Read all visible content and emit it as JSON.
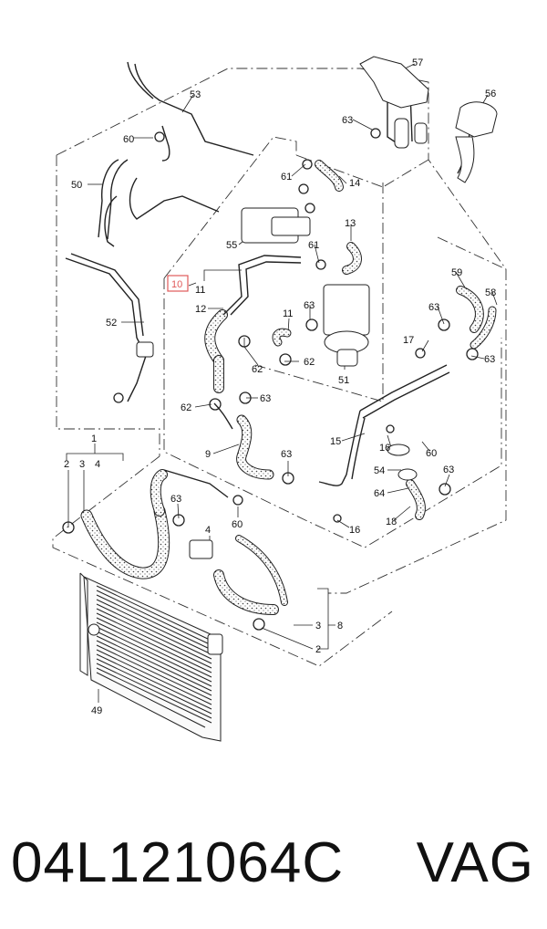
{
  "diagram": {
    "callouts": {
      "c57": "57",
      "c56": "56",
      "c53": "53",
      "c63a": "63",
      "c60a": "60",
      "c61a": "61",
      "c14": "14",
      "c50": "50",
      "c13": "13",
      "c55": "55",
      "c61b": "61",
      "c10": "10",
      "c11a": "11",
      "c12": "12",
      "c59": "59",
      "c58": "58",
      "c63b": "63",
      "c52": "52",
      "c11b": "11",
      "c63c": "63",
      "c62a": "62",
      "c62b": "62",
      "c51": "51",
      "c17": "17",
      "c63d": "63",
      "c63e": "63",
      "c62c": "62",
      "c63f": "63",
      "c9": "9",
      "c15": "15",
      "c16a": "16",
      "c60b": "60",
      "c63g": "63",
      "c54": "54",
      "c63h": "63",
      "c64": "64",
      "c18": "18",
      "c16b": "16",
      "c1": "1",
      "c2a": "2",
      "c3a": "3",
      "c4a": "4",
      "c63i": "63",
      "c4b": "4",
      "c60c": "60",
      "c3b": "3",
      "c8": "8",
      "c2b": "2",
      "c49": "49"
    },
    "highlighted_callout": "c10",
    "highlight_color": "#e05a5a"
  },
  "caption": {
    "part_number": "04L121064C",
    "brand": "VAG"
  }
}
